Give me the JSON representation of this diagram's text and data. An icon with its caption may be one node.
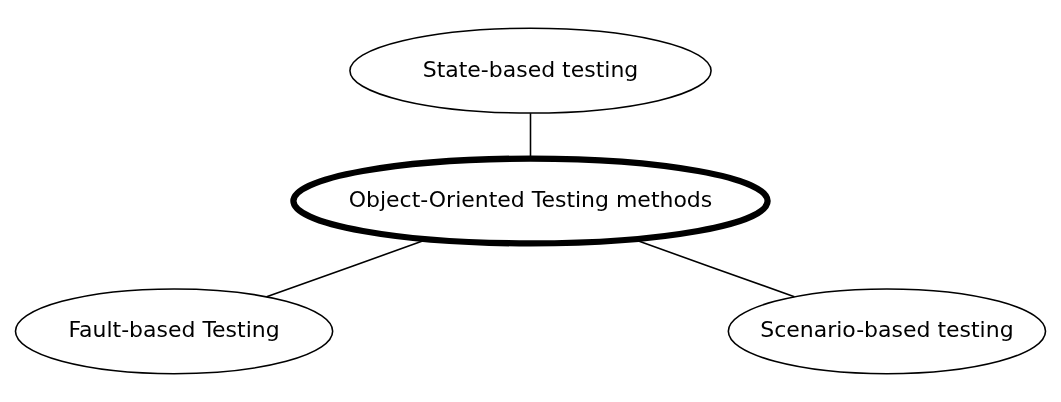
{
  "diagram": {
    "nodes": [
      {
        "text": [
          "State-based testing"
        ]
      },
      {
        "text": [
          "Object-Oriented Testing methods"
        ]
      },
      {
        "text": [
          "Fault-based Testing"
        ]
      },
      {
        "text": [
          "Scenario-based testing"
        ]
      }
    ],
    "edges": [
      {
        "from": 0,
        "to": 1,
        "arrow": "none"
      },
      {
        "from": 1,
        "to": 2,
        "arrow": "none"
      },
      {
        "from": 1,
        "to": 3,
        "arrow": "none"
      }
    ]
  }
}
